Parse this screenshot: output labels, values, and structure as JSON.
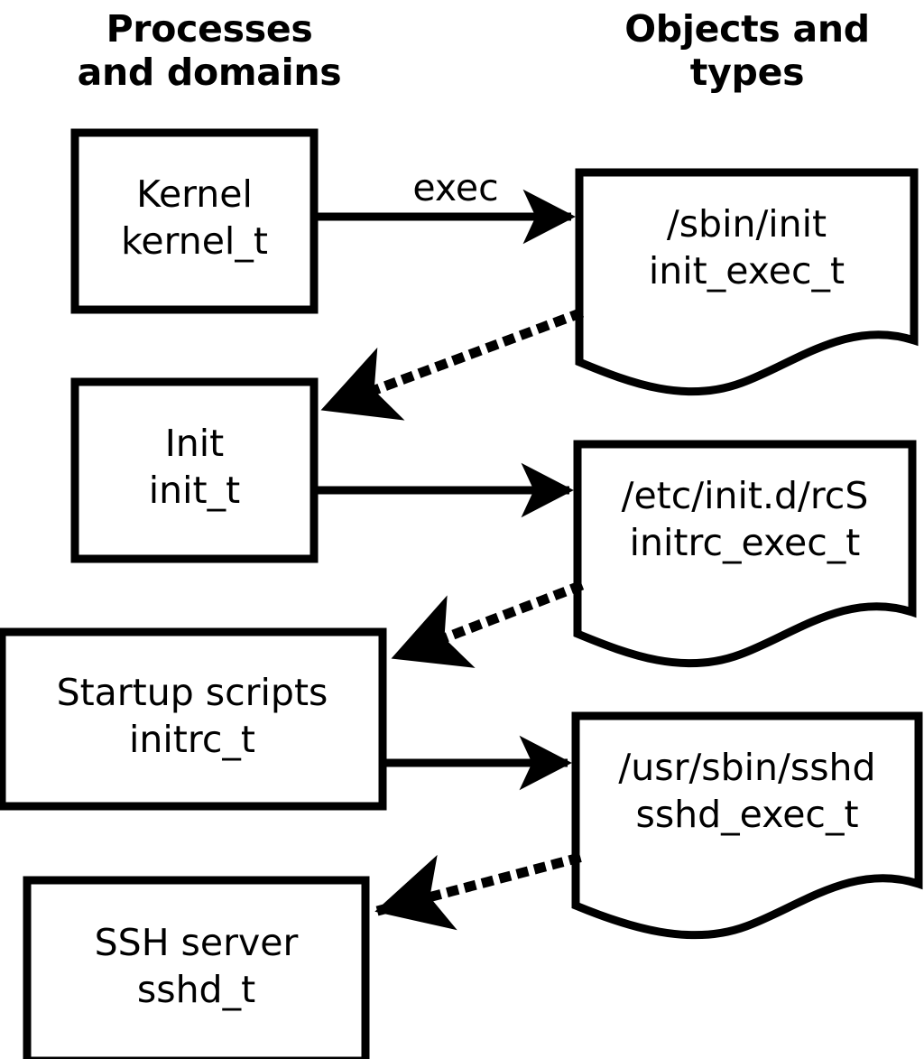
{
  "diagram": {
    "title_left": "Processes\nand domains",
    "headers": {
      "left_line1": "Processes",
      "left_line2": "and domains",
      "right_line1": "Objects and",
      "right_line2": "types"
    },
    "colors": {
      "stroke": "#000000",
      "fill": "#ffffff",
      "text": "#000000"
    },
    "process_nodes": [
      {
        "id": "kernel",
        "name": "Kernel",
        "type": "kernel_t"
      },
      {
        "id": "init",
        "name": "Init",
        "type": "init_t"
      },
      {
        "id": "initrc",
        "name": "Startup scripts",
        "type": "initrc_t"
      },
      {
        "id": "sshd",
        "name": "SSH server",
        "type": "sshd_t"
      }
    ],
    "object_nodes": [
      {
        "id": "init_exec",
        "path": "/sbin/init",
        "type": "init_exec_t"
      },
      {
        "id": "initrc_exec",
        "path": "/etc/init.d/rcS",
        "type": "initrc_exec_t"
      },
      {
        "id": "sshd_exec",
        "path": "/usr/sbin/sshd",
        "type": "sshd_exec_t"
      }
    ],
    "edges": [
      {
        "from": "kernel",
        "to": "init_exec",
        "style": "solid",
        "label": "exec"
      },
      {
        "from": "init_exec",
        "to": "init",
        "style": "dotted",
        "label": ""
      },
      {
        "from": "init",
        "to": "initrc_exec",
        "style": "solid",
        "label": ""
      },
      {
        "from": "initrc_exec",
        "to": "initrc",
        "style": "dotted",
        "label": ""
      },
      {
        "from": "initrc",
        "to": "sshd_exec",
        "style": "solid",
        "label": ""
      },
      {
        "from": "sshd_exec",
        "to": "sshd",
        "style": "dotted",
        "label": ""
      }
    ],
    "edge_labels": {
      "exec": "exec"
    }
  }
}
